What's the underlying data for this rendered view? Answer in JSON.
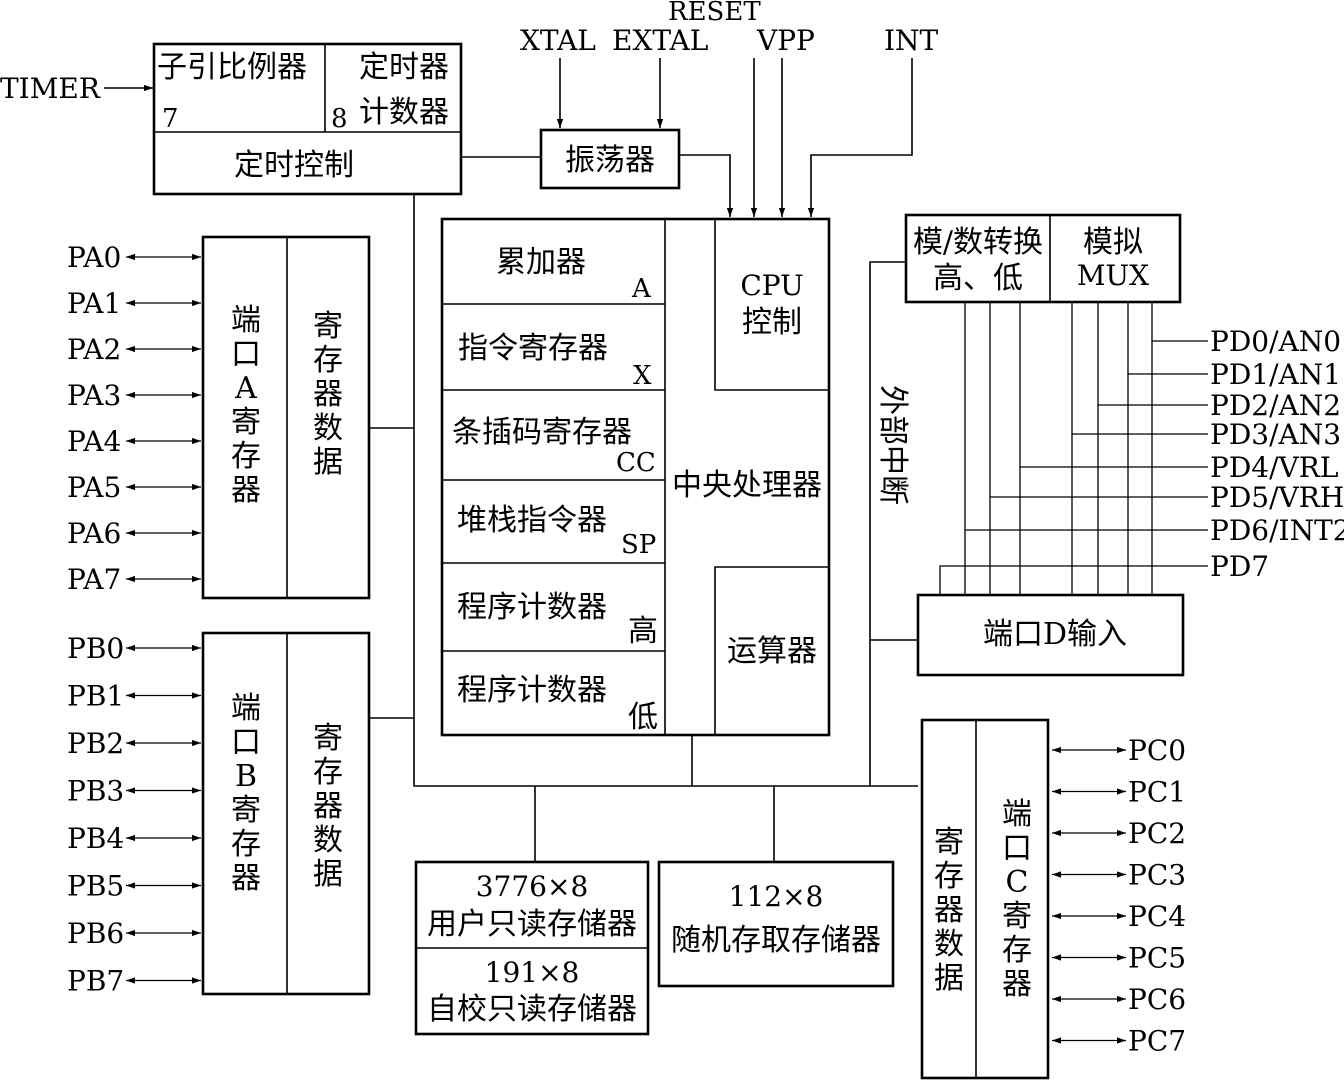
{
  "inputs": {
    "timer": "TIMER",
    "xtal": "XTAL",
    "extal": "EXTAL",
    "reset": "RESET",
    "vpp": "VPP",
    "int": "INT"
  },
  "timer_block": {
    "prescaler": "子引比例器",
    "prescaler_bits": "7",
    "timer": "定时器",
    "counter": "计数器",
    "counter_bits": "8",
    "control": "定时控制"
  },
  "oscillator": "振荡器",
  "cpu": {
    "accumulator": "累加器",
    "accumulator_reg": "A",
    "index": "指令寄存器",
    "index_reg": "X",
    "condition": "条插码寄存器",
    "condition_reg": "CC",
    "stack": "堆栈指令器",
    "stack_reg": "SP",
    "pc_high": "程序计数器",
    "pc_high_tag": "高",
    "pc_low": "程序计数器",
    "pc_low_tag": "低",
    "cpu_control_1": "CPU",
    "cpu_control_2": "控制",
    "processor": "中央处理器",
    "alu": "运算器"
  },
  "adc": {
    "conv_1": "模/数转换",
    "conv_2": "高、低",
    "mux_1": "模拟",
    "mux_2": "MUX"
  },
  "external_interrupt": "外部中断",
  "port_d": {
    "label": "端口D输入",
    "pins": [
      "PD0/AN0",
      "PD1/AN1",
      "PD2/AN2",
      "PD3/AN3",
      "PD4/VRL",
      "PD5/VRH",
      "PD6/INT2",
      "PD7"
    ]
  },
  "port_a": {
    "reg_chars": [
      "端",
      "口",
      "A",
      "寄",
      "存",
      "器"
    ],
    "data_chars": [
      "寄",
      "存",
      "器",
      "数",
      "据"
    ],
    "pins": [
      "PA0",
      "PA1",
      "PA2",
      "PA3",
      "PA4",
      "PA5",
      "PA6",
      "PA7"
    ]
  },
  "port_b": {
    "reg_chars": [
      "端",
      "口",
      "B",
      "寄",
      "存",
      "器"
    ],
    "data_chars": [
      "寄",
      "存",
      "器",
      "数",
      "据"
    ],
    "pins": [
      "PB0",
      "PB1",
      "PB2",
      "PB3",
      "PB4",
      "PB5",
      "PB6",
      "PB7"
    ]
  },
  "port_c": {
    "data_chars": [
      "寄",
      "存",
      "器",
      "数",
      "据"
    ],
    "reg_chars": [
      "端",
      "口",
      "C",
      "寄",
      "存",
      "器"
    ],
    "pins": [
      "PC0",
      "PC1",
      "PC2",
      "PC3",
      "PC4",
      "PC5",
      "PC6",
      "PC7"
    ]
  },
  "memory": {
    "user_rom_size": "3776×8",
    "user_rom": "用户只读存储器",
    "self_rom_size": "191×8",
    "self_rom": "自校只读存储器",
    "ram_size": "112×8",
    "ram": "随机存取存储器"
  }
}
